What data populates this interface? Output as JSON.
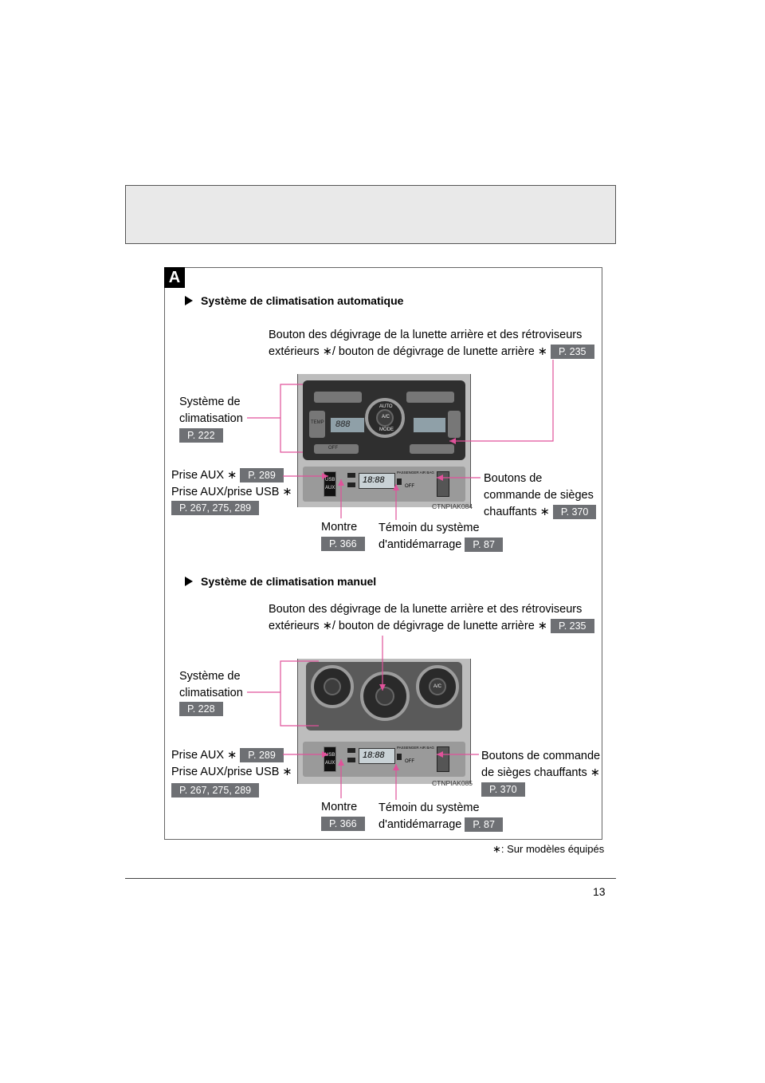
{
  "page_number": "13",
  "section_badge": "A",
  "footnote": "∗: Sur modèles équipés",
  "auto_section": {
    "heading": "Système de climatisation automatique",
    "defog_label_line1": "Bouton des dégivrage de la lunette arrière et des rétroviseurs",
    "defog_label_line2": "extérieurs ∗/ bouton de dégivrage de lunette arrière ∗",
    "defog_ref": "P. 235",
    "clim_label_line1": "Système de",
    "clim_label_line2": "climatisation",
    "clim_ref": "P. 222",
    "aux_label_line1": "Prise AUX ∗",
    "aux_ref1": "P. 289",
    "aux_label_line2": "Prise AUX/prise USB ∗",
    "aux_ref2": "P. 267, 275, 289",
    "seat_label_line1": "Boutons de",
    "seat_label_line2": "commande de sièges",
    "seat_label_line3": "chauffants ∗",
    "seat_ref": "P. 370",
    "clock_label": "Montre",
    "clock_ref": "P. 366",
    "immob_label_line1": "Témoin du système",
    "immob_label_line2": "d'antidémarrage",
    "immob_ref": "P. 87",
    "image_code": "CTNPIAK084",
    "panel_texts": {
      "auto": "AUTO",
      "ac": "A/C",
      "mode": "MODE",
      "temp": "TEMP",
      "lcd": "888",
      "off": "OFF",
      "clock": "18:88",
      "passenger": "PASSENGER AIR BAG",
      "pab_off": "OFF",
      "usb": "USB",
      "aux": "AUX"
    }
  },
  "manual_section": {
    "heading": "Système de climatisation manuel",
    "defog_label_line1": "Bouton des dégivrage de la lunette arrière et des rétroviseurs",
    "defog_label_line2": "extérieurs ∗/ bouton de dégivrage de lunette arrière ∗",
    "defog_ref": "P. 235",
    "clim_label_line1": "Système de",
    "clim_label_line2": "climatisation",
    "clim_ref": "P. 228",
    "aux_label_line1": "Prise AUX ∗",
    "aux_ref1": "P. 289",
    "aux_label_line2": "Prise AUX/prise USB ∗",
    "aux_ref2": "P. 267, 275, 289",
    "seat_label_line1": "Boutons de commande",
    "seat_label_line2": "de sièges chauffants ∗",
    "seat_ref": "P. 370",
    "clock_label": "Montre",
    "clock_ref": "P. 366",
    "immob_label_line1": "Témoin du système",
    "immob_label_line2": "d'antidémarrage",
    "immob_ref": "P. 87",
    "image_code": "CTNPIAK085",
    "panel_texts": {
      "ac": "A/C",
      "clock": "18:88",
      "passenger": "PASSENGER AIR BAG",
      "pab_off": "OFF",
      "usb": "USB",
      "aux": "AUX"
    }
  },
  "colors": {
    "callout_line": "#e0529a",
    "bracket_line": "#e0529a",
    "ref_badge": "#6e7074"
  }
}
